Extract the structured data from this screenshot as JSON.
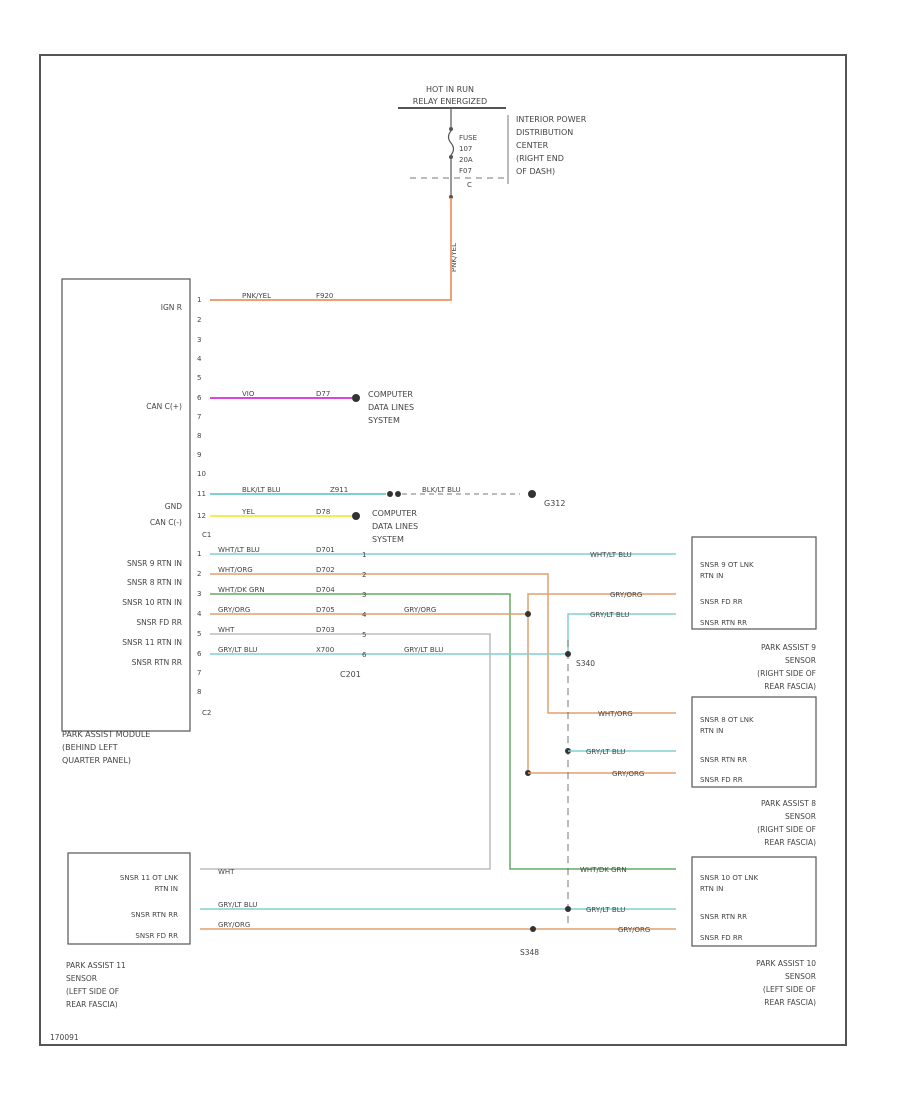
{
  "supply": {
    "line1": "HOT IN RUN",
    "line2": "RELAY ENERGIZED",
    "fuse_lines": [
      "FUSE",
      "107",
      "20A",
      "F07"
    ],
    "connector_label": "C",
    "pdc_lines": [
      "INTERIOR POWER",
      "DISTRIBUTION",
      "CENTER",
      "(RIGHT END",
      "OF DASH)"
    ],
    "riser_wire": "PNK/YEL"
  },
  "module": {
    "pins": [
      "IGN R",
      "CAN C(+)",
      "GND",
      "CAN C(-)",
      "SNSR 9 RTN IN",
      "SNSR 8 RTN IN",
      "SNSR 10 RTN IN",
      "SNSR FD RR",
      "SNSR 11 RTN IN",
      "SNSR RTN RR"
    ],
    "cavities_c1": [
      "1",
      "2",
      "3",
      "4",
      "5",
      "6",
      "7",
      "8",
      "9",
      "10",
      "11",
      "12"
    ],
    "c1_label": "C1",
    "cavities_c2": [
      "1",
      "2",
      "3",
      "4",
      "5",
      "6",
      "7",
      "8"
    ],
    "c2_label": "C2",
    "caption": [
      "PARK ASSIST MODULE",
      "(BEHIND LEFT",
      "QUARTER PANEL)"
    ]
  },
  "wires": {
    "ign": {
      "color": "PNK/YEL",
      "circuit": "F920"
    },
    "canh": {
      "color": "VIO",
      "circuit": "D77"
    },
    "gnd": {
      "color": "BLK/LT BLU",
      "circuit": "Z911"
    },
    "gnd_out": "BLK/LT BLU",
    "canl": {
      "color": "YEL",
      "circuit": "D78"
    },
    "s9": {
      "color": "WHT/LT BLU",
      "circuit": "D701"
    },
    "s8": {
      "color": "WHT/ORG",
      "circuit": "D702"
    },
    "s10": {
      "color": "WHT/DK GRN",
      "circuit": "D704"
    },
    "sfd": {
      "color": "GRY/ORG",
      "circuit": "D705"
    },
    "s11": {
      "color": "WHT",
      "circuit": "D703"
    },
    "srtn": {
      "color": "GRY/LT BLU",
      "circuit": "X700"
    }
  },
  "c201": {
    "label": "C201",
    "pins": [
      "1",
      "2",
      "3",
      "4",
      "5",
      "6"
    ],
    "out_fd": "GRY/ORG",
    "out_rtn": "GRY/LT BLU"
  },
  "links": {
    "computer": [
      "COMPUTER",
      "DATA LINES",
      "SYSTEM"
    ],
    "g_ref": "G312"
  },
  "splices": {
    "s1": "S340",
    "s2": "S348"
  },
  "sensors": [
    {
      "pins": [
        "SNSR 9 OT LNK",
        "RTN IN",
        "SNSR FD RR",
        "SNSR RTN RR"
      ],
      "caption": [
        "PARK ASSIST 9",
        "SENSOR",
        "(RIGHT SIDE OF",
        "REAR FASCIA)"
      ],
      "wires": [
        "WHT/LT BLU",
        "GRY/ORG",
        "GRY/LT BLU"
      ]
    },
    {
      "pins": [
        "SNSR 8 OT LNK",
        "RTN IN",
        "SNSR RTN RR",
        "SNSR FD RR"
      ],
      "caption": [
        "PARK ASSIST 8",
        "SENSOR",
        "(RIGHT SIDE OF",
        "REAR FASCIA)"
      ],
      "wires": [
        "WHT/ORG",
        "GRY/LT BLU",
        "GRY/ORG"
      ]
    },
    {
      "pins": [
        "SNSR 10 OT LNK",
        "RTN IN",
        "SNSR RTN RR",
        "SNSR FD RR"
      ],
      "caption": [
        "PARK ASSIST 10",
        "SENSOR",
        "(LEFT SIDE OF",
        "REAR FASCIA)"
      ],
      "wires": [
        "WHT/DK GRN",
        "GRY/LT BLU",
        "GRY/ORG"
      ]
    },
    {
      "pins": [
        "SNSR 11 OT LNK",
        "RTN IN",
        "SNSR RTN RR",
        "SNSR FD RR"
      ],
      "caption": [
        "PARK ASSIST 11",
        "SENSOR",
        "(LEFT SIDE OF",
        "REAR FASCIA)"
      ],
      "wires": [
        "WHT",
        "GRY/LT BLU",
        "GRY/ORG"
      ]
    }
  ],
  "footer_code": "170091",
  "colors": {
    "pink": "#f0a070",
    "violet": "#dd44dd",
    "cyan": "#80d0d0",
    "yellow": "#eeee55",
    "orange": "#e0a070",
    "green": "#66aa66",
    "gray": "#b0b0b0",
    "line": "#555555"
  }
}
